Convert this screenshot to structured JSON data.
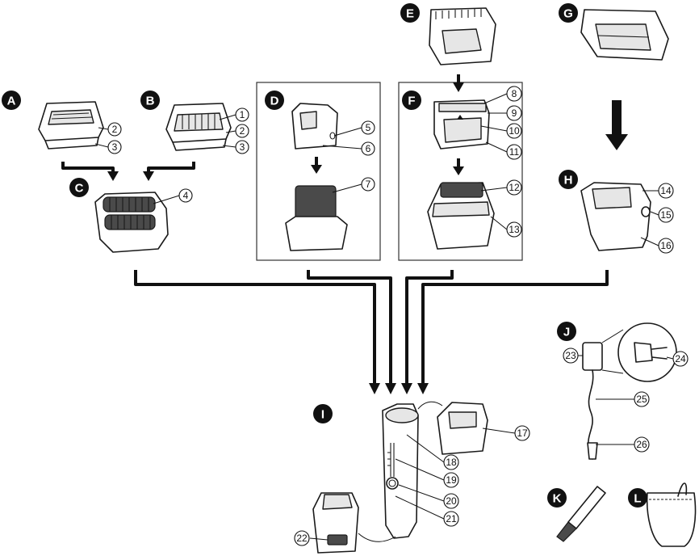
{
  "letters": [
    "A",
    "B",
    "C",
    "D",
    "E",
    "F",
    "G",
    "H",
    "I",
    "J",
    "K",
    "L"
  ],
  "numbers": [
    "1",
    "2",
    "3",
    "4",
    "5",
    "6",
    "7",
    "8",
    "9",
    "10",
    "11",
    "12",
    "13",
    "14",
    "15",
    "16",
    "17",
    "18",
    "19",
    "20",
    "21",
    "22",
    "23",
    "24",
    "25",
    "26"
  ]
}
